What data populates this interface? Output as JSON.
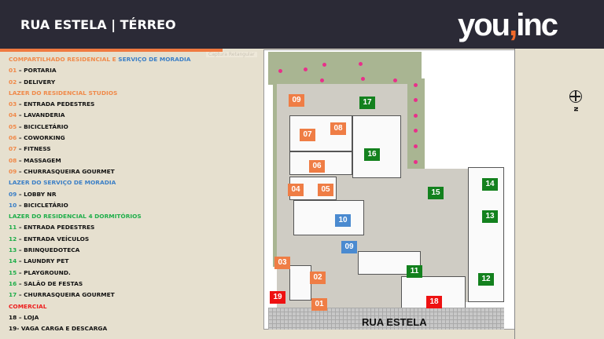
{
  "header": {
    "title": "RUA ESTELA | TÉRREO",
    "logo_a": "you",
    "logo_comma": ",",
    "logo_b": "inc"
  },
  "tooltip": "Captura Retangular",
  "legend": {
    "sec1_a": "COMPARTILHADO RESIDENCIAL E ",
    "sec1_b": "SERVIÇO DE MORADIA",
    "sec1_items": [
      {
        "n": "01",
        "t": " – PORTARIA"
      },
      {
        "n": "02",
        "t": " – DELIVERY"
      }
    ],
    "sec2": "LAZER DO RESIDENCIAL STUDIOS",
    "sec2_items": [
      {
        "n": "03",
        "t": " – ENTRADA PEDESTRES"
      },
      {
        "n": "04",
        "t": " – LAVANDERIA"
      },
      {
        "n": "05",
        "t": " – BICICLETÁRIO"
      },
      {
        "n": "06",
        "t": " – COWORKING"
      },
      {
        "n": "07",
        "t": " – FITNESS"
      },
      {
        "n": "08",
        "t": " – MASSAGEM"
      },
      {
        "n": "09",
        "t": " – CHURRASQUEIRA GOURMET"
      }
    ],
    "sec3": "LAZER DO SERVIÇO DE MORADIA",
    "sec3_items": [
      {
        "n": "09",
        "t": " – LOBBY NR"
      },
      {
        "n": "10",
        "t": " – BICICLETÁRIO"
      }
    ],
    "sec4": "LAZER DO RESIDENCIAL 4 DORMITÓRIOS",
    "sec4_items": [
      {
        "n": "11",
        "t": " – ENTRADA PEDESTRES"
      },
      {
        "n": "12",
        "t": " – ENTRADA VEÍCULOS"
      },
      {
        "n": "13",
        "t": " – BRINQUEDOTECA"
      },
      {
        "n": "14",
        "t": " – LAUNDRY PET"
      },
      {
        "n": "15",
        "t": " – PLAYGROUND."
      },
      {
        "n": "16",
        "t": " – SALÃO DE FESTAS"
      },
      {
        "n": "17",
        "t": " – CHURRASQUEIRA GOURMET"
      }
    ],
    "sec5": "COMERCIAL",
    "sec5_items": [
      {
        "n": "18",
        "t": " – LOJA"
      },
      {
        "n": "19-",
        "t": " VAGA CARGA E DESCARGA"
      }
    ]
  },
  "plan": {
    "street": "RUA ESTELA",
    "north": "N",
    "badges": [
      "09",
      "17",
      "08",
      "07",
      "16",
      "06",
      "04",
      "05",
      "14",
      "15",
      "10",
      "13",
      "09",
      "03",
      "11",
      "02",
      "12",
      "19",
      "18",
      "01"
    ]
  }
}
